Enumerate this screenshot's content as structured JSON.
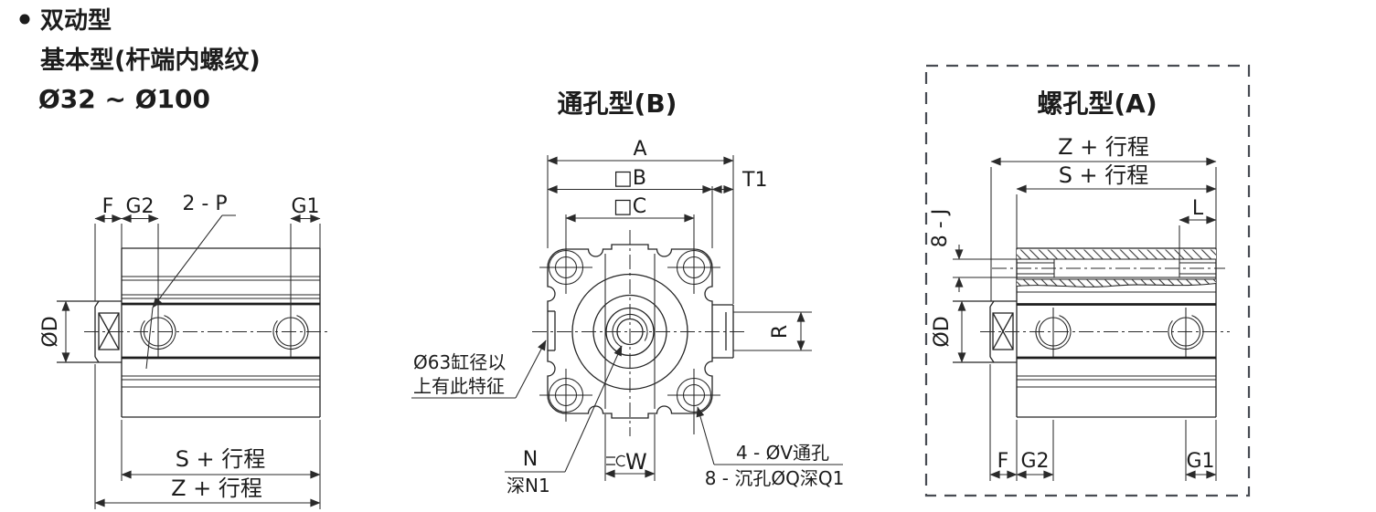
{
  "header": {
    "title": "双动型",
    "subtitle": "基本型(杆端内螺纹)",
    "bore_range": "Ø32 ~ Ø100"
  },
  "colors": {
    "line": "#242424",
    "background": "#ffffff",
    "dashed_frame": "#474b52"
  },
  "side_view": {
    "dim_f": "F",
    "dim_g2": "G2",
    "dim_2p": "2 - P",
    "dim_g1": "G1",
    "dim_od": "ØD",
    "dim_s": "S + 行程",
    "dim_z": "Z + 行程"
  },
  "through_view": {
    "title": "通孔型(B)",
    "dim_a": "A",
    "dim_b": "□B",
    "dim_c": "□C",
    "dim_t1": "T1",
    "dim_r": "R",
    "dim_w": "W",
    "dim_n": "N",
    "dim_n1": "深N1",
    "note_line1": "Ø63缸径以",
    "note_line2": "上有此特征",
    "holes_line1": "4 - ØV通孔",
    "holes_line2": "8 - 沉孔ØQ深Q1"
  },
  "threaded_view": {
    "title": "螺孔型(A)",
    "dim_z": "Z + 行程",
    "dim_s": "S + 行程",
    "dim_j": "8 - J",
    "dim_l": "L",
    "dim_od": "ØD",
    "dim_f": "F",
    "dim_g2": "G2",
    "dim_g1": "G1"
  }
}
